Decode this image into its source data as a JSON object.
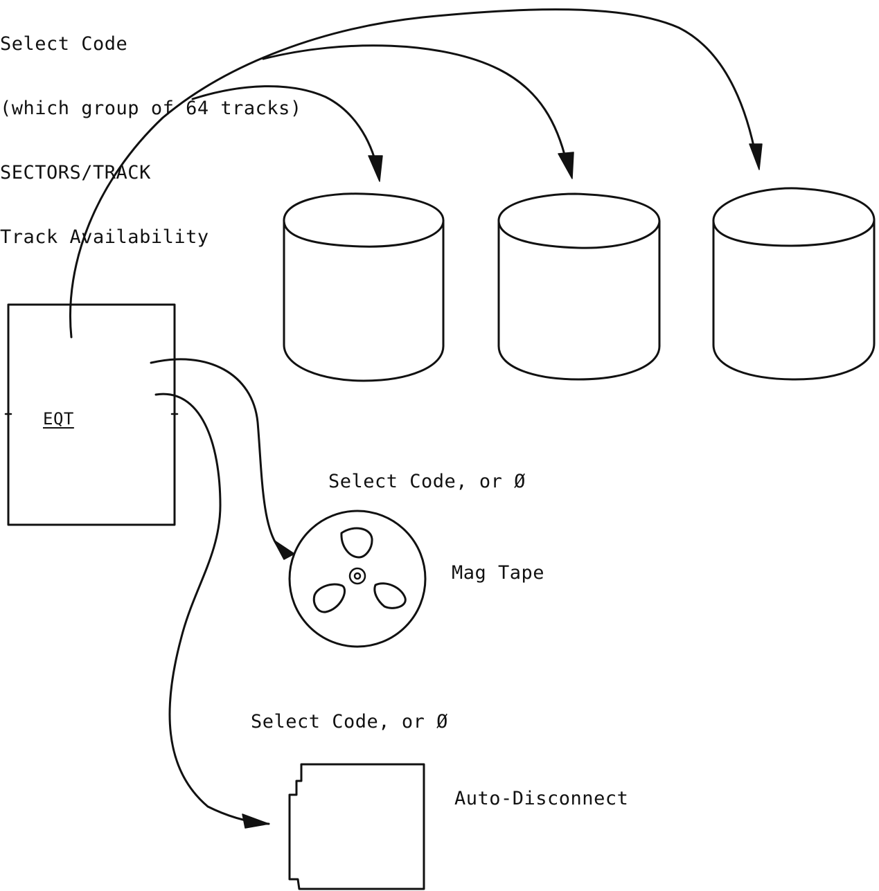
{
  "header": {
    "lines": [
      "Select Code",
      "(which group of 64 tracks)",
      "SECTORS/TRACK",
      "Track Availability"
    ]
  },
  "eqt": {
    "label": "EQT"
  },
  "disks": {
    "count": 3
  },
  "mag_tape": {
    "select_text": "Select Code, or Ø",
    "label": "Mag Tape"
  },
  "auto_disconnect": {
    "select_text": "Select Code, or Ø",
    "label": "Auto-Disconnect"
  },
  "colors": {
    "ink": "#111111",
    "paper": "#ffffff"
  }
}
